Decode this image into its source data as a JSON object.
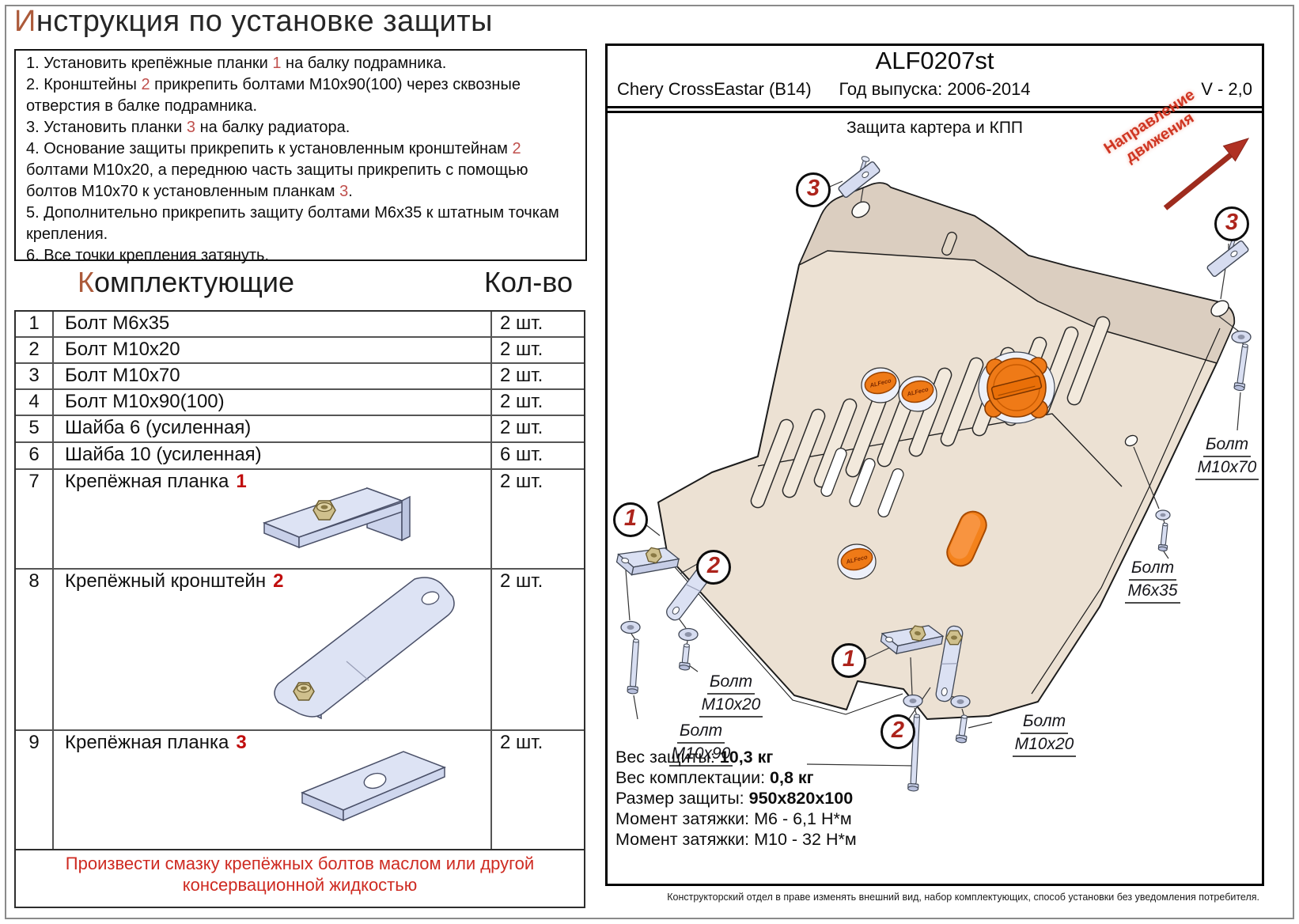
{
  "left": {
    "title": {
      "lead": "И",
      "rest": "нструкция по установке защиты"
    },
    "instructions": [
      {
        "s0": "1. Установить крепёжные планки ",
        "m0": "1",
        "s1": " на балку подрамника."
      },
      {
        "s0": "2. Кронштейны ",
        "m0": "2",
        "s1": " прикрепить болтами М10х90(100) через сквозные отверстия в балке подрамника."
      },
      {
        "s0": "3. Установить планки ",
        "m0": "3",
        "s1": " на балку радиатора."
      },
      {
        "s0": "4. Основание защиты прикрепить к установленным кронштейнам ",
        "m0": "2",
        "s1": " болтами М10х20, а переднюю часть защиты прикрепить с помощью болтов М10х70 к установленным планкам ",
        "m1": "3",
        "s2": "."
      },
      {
        "s0": "5. Дополнительно прикрепить защиту болтами М6х35 к штатным точкам крепления."
      },
      {
        "s0": "6. Все точки крепления затянуть."
      }
    ],
    "components": {
      "header_name": {
        "lead": "К",
        "rest": "омплектующие"
      },
      "header_qty": "Кол-во",
      "rows": [
        {
          "num": "1",
          "name": "Болт М6х35",
          "qty": "2 шт."
        },
        {
          "num": "2",
          "name": "Болт М10х20",
          "qty": "2 шт."
        },
        {
          "num": "3",
          "name": "Болт М10х70",
          "qty": "2 шт."
        },
        {
          "num": "4",
          "name": "Болт М10х90(100)",
          "qty": "2 шт."
        },
        {
          "num": "5",
          "name": "Шайба 6 (усиленная)",
          "qty": "2 шт."
        },
        {
          "num": "6",
          "name": "Шайба 10 (усиленная)",
          "qty": "6 шт."
        },
        {
          "num": "7",
          "name": "Крепёжная планка",
          "mark": "1",
          "qty": "2 шт."
        },
        {
          "num": "8",
          "name": "Крепёжный кронштейн",
          "mark": "2",
          "qty": "2 шт."
        },
        {
          "num": "9",
          "name": "Крепёжная планка",
          "mark": "3",
          "qty": "2 шт."
        }
      ]
    },
    "note": {
      "line1": "Произвести смазку крепёжных болтов маслом или другой",
      "line2": "консервационной жидкостью"
    }
  },
  "right": {
    "part_code": "ALF0207st",
    "car_model": "Chery CrossEastar (B14)",
    "year_label": "Год выпуска: 2006-2014",
    "engine": "V - 2,0",
    "subtitle": "Защита картера и КПП",
    "direction_arrow": {
      "line1": "Направление",
      "line2": "движения"
    },
    "diagram": {
      "callouts": [
        "3",
        "3",
        "1",
        "2",
        "1",
        "2"
      ],
      "bolt_labels": [
        {
          "l1": "Болт",
          "l2": "М10х70"
        },
        {
          "l1": "Болт",
          "l2": "М6х35"
        },
        {
          "l1": "Болт",
          "l2": "М10х20"
        },
        {
          "l1": "Болт",
          "l2": "М10х90"
        },
        {
          "l1": "Болт",
          "l2": "М10х20"
        }
      ],
      "plug_text": "ALFeco"
    },
    "specs": [
      {
        "label": "Вес защиты: ",
        "value": "10,3 кг"
      },
      {
        "label": "Вес комплектации: ",
        "value": "0,8 кг"
      },
      {
        "label": "Размер защиты: ",
        "value": "950х820х100"
      },
      {
        "label": "Момент затяжки: ",
        "value": "М6 - 6,1 Н*м"
      },
      {
        "label": "Момент затяжки: ",
        "value": "М10 - 32 Н*м"
      }
    ],
    "disclaimer": "Конструкторский отдел в праве изменять внешний вид, набор комплектующих, способ установки без уведомления потребителя."
  },
  "colors": {
    "accent_red": "#c0504d",
    "mark_red": "#c00d0d",
    "note_red": "#ce2a21",
    "arrow_red": "#b03123",
    "plate_beige": "#ece1d3",
    "flap_beige": "#dbcec0",
    "orange": "#ef7a17",
    "hardware_blue": "#d9dff2"
  }
}
